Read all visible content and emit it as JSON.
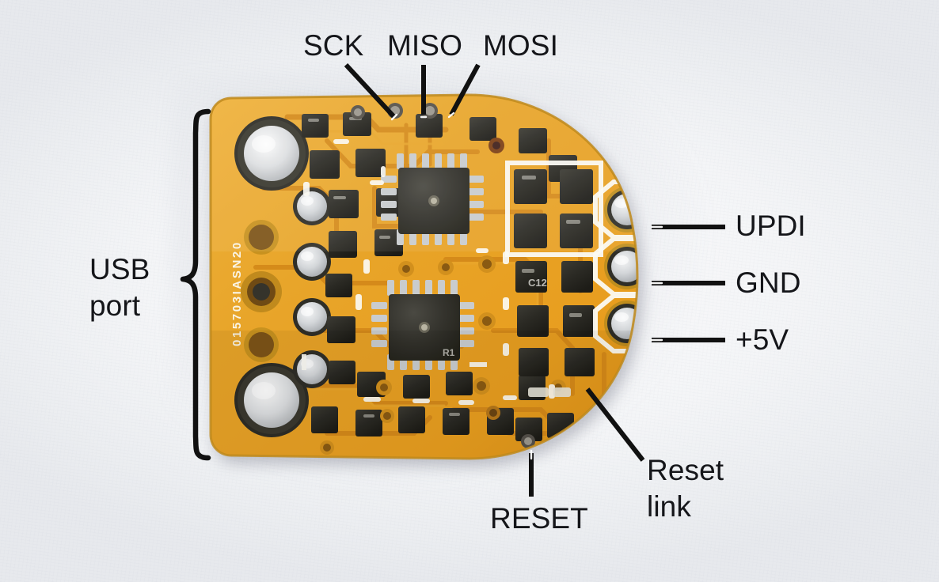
{
  "figure": {
    "kind": "annotated-photograph",
    "subject": "USB UPDI programmer printed circuit board (bottom view)",
    "background_color": "#f4f5f7",
    "label_color": "#15161a",
    "leader_color": "#111111"
  },
  "board": {
    "silkscreen_text": "015703IASN20",
    "solder_mask_color": "#e7a327",
    "solder_mask_light": "#f0b53c",
    "copper_color": "#d98d18",
    "silkscreen_color": "#fbfaf4",
    "pad_metal_color": "#cfd2d4",
    "component_color": "#2e2d28",
    "edge_color": "#b9861d"
  },
  "annotations": [
    {
      "id": "sck",
      "label": "SCK",
      "target": "SPI clock via on top edge"
    },
    {
      "id": "miso",
      "label": "MISO",
      "target": "SPI MISO via on top edge"
    },
    {
      "id": "mosi",
      "label": "MOSI",
      "target": "SPI MOSI via on top edge"
    },
    {
      "id": "usb-port",
      "label": "USB\nport",
      "target": "castellated USB edge connector on left side"
    },
    {
      "id": "updi",
      "label": "UPDI",
      "target": "UPDI through-hole pad"
    },
    {
      "id": "gnd",
      "label": "GND",
      "target": "GND through-hole pad"
    },
    {
      "id": "plus5v",
      "label": "+5V",
      "target": "+5V through-hole pad"
    },
    {
      "id": "reset",
      "label": "RESET",
      "target": "reset via on bottom edge"
    },
    {
      "id": "reset-link",
      "label": "Reset\nlink",
      "target": "reset solder-jumper link"
    }
  ],
  "labels": {
    "sck": "SCK",
    "miso": "MISO",
    "mosi": "MOSI",
    "usb_port_line1": "USB",
    "usb_port_line2": "port",
    "updi": "UPDI",
    "gnd": "GND",
    "plus5v": "+5V",
    "reset": "RESET",
    "reset_link_line1": "Reset",
    "reset_link_line2": "link"
  }
}
